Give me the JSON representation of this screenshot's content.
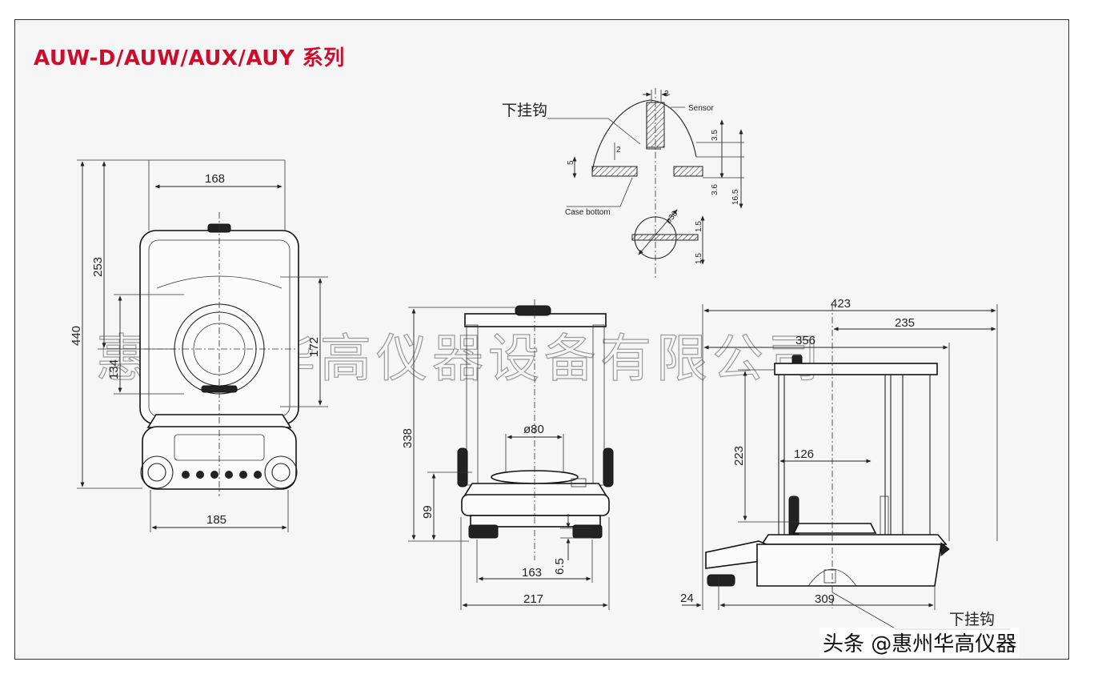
{
  "title": "AUW-D/AUW/AUX/AUY 系列",
  "watermark": "惠州市华高仪器设备有限公司",
  "credit": "头条 @惠州华高仪器",
  "colors": {
    "title": "#c8102e",
    "line": "#222222",
    "background": "#f6f6f6"
  },
  "detail": {
    "hook_label": "下挂钩",
    "sensor_label": "Sensor",
    "case_bottom_label": "Case bottom",
    "dim_2_top": "2",
    "dim_2_mid": "2",
    "dim_5": "5",
    "dim_3_5": "3.5",
    "dim_3_6": "3.6",
    "dim_16_5": "16.5",
    "dim_d30": "ø30",
    "dim_1_5_a": "1.5",
    "dim_1_5_b": "1.5"
  },
  "front_view": {
    "dim_168": "168",
    "dim_253": "253",
    "dim_440": "440",
    "dim_172": "172",
    "dim_134": "134",
    "dim_185": "185"
  },
  "side_view": {
    "dim_338": "338",
    "dim_99": "99",
    "dim_d80": "ø80",
    "dim_6_5": "6.5",
    "dim_163": "163",
    "dim_217": "217"
  },
  "profile_view": {
    "dim_423": "423",
    "dim_235": "235",
    "dim_356": "356",
    "dim_223": "223",
    "dim_126": "126",
    "dim_24": "24",
    "dim_309": "309",
    "hook_label": "下挂钩"
  }
}
